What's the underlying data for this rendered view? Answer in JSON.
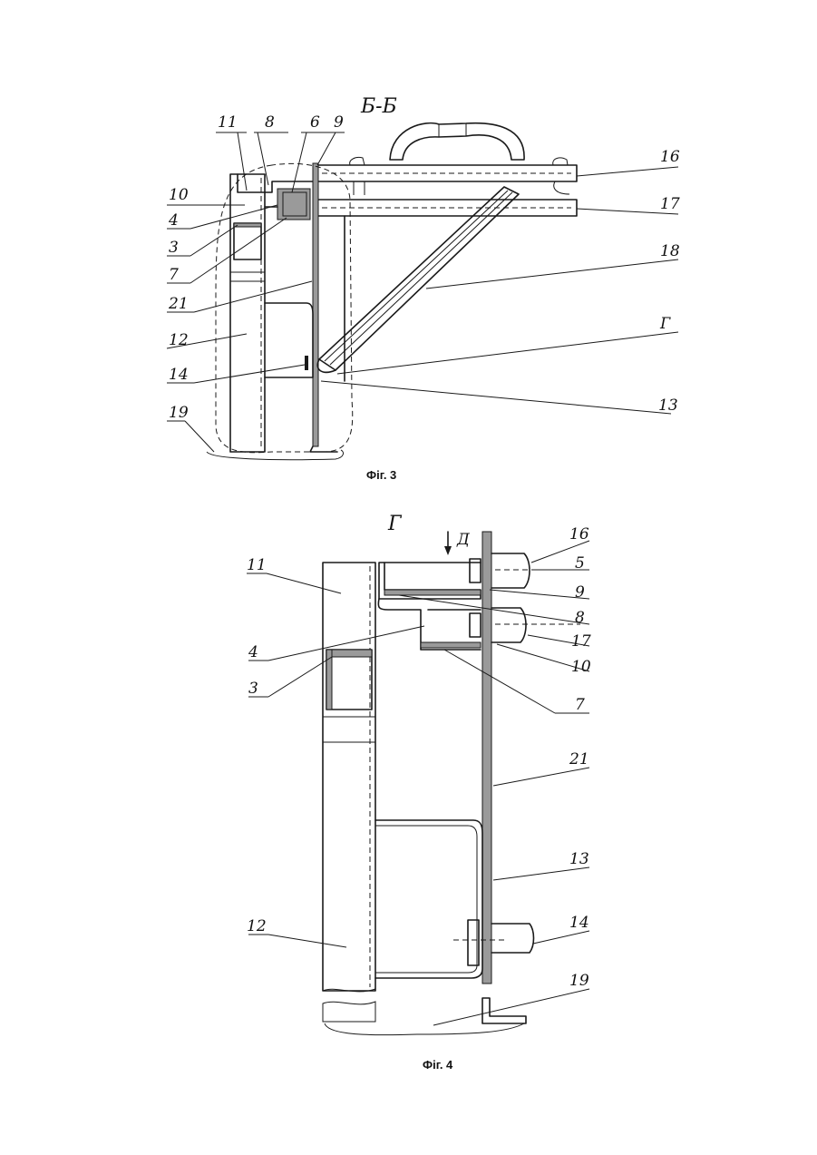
{
  "figure3": {
    "section_title": "Б-Б",
    "caption": "Фіг. 3",
    "labels": {
      "l11": "11",
      "l8": "8",
      "l6": "6",
      "l9": "9",
      "l10": "10",
      "l4": "4",
      "l3": "3",
      "l7": "7",
      "l21": "21",
      "l12": "12",
      "l14": "14",
      "l19": "19",
      "l16": "16",
      "l17": "17",
      "l18": "18",
      "lG": "Г",
      "l13": "13"
    }
  },
  "figure4": {
    "view_title": "Г",
    "view_arrow": "Д",
    "caption": "Фіг. 4",
    "labels": {
      "l11": "11",
      "l4": "4",
      "l3": "3",
      "l12": "12",
      "l16": "16",
      "l5": "5",
      "l9": "9",
      "l8": "8",
      "l17": "17",
      "l10": "10",
      "l7": "7",
      "l21": "21",
      "l13": "13",
      "l14": "14",
      "l19": "19"
    }
  }
}
